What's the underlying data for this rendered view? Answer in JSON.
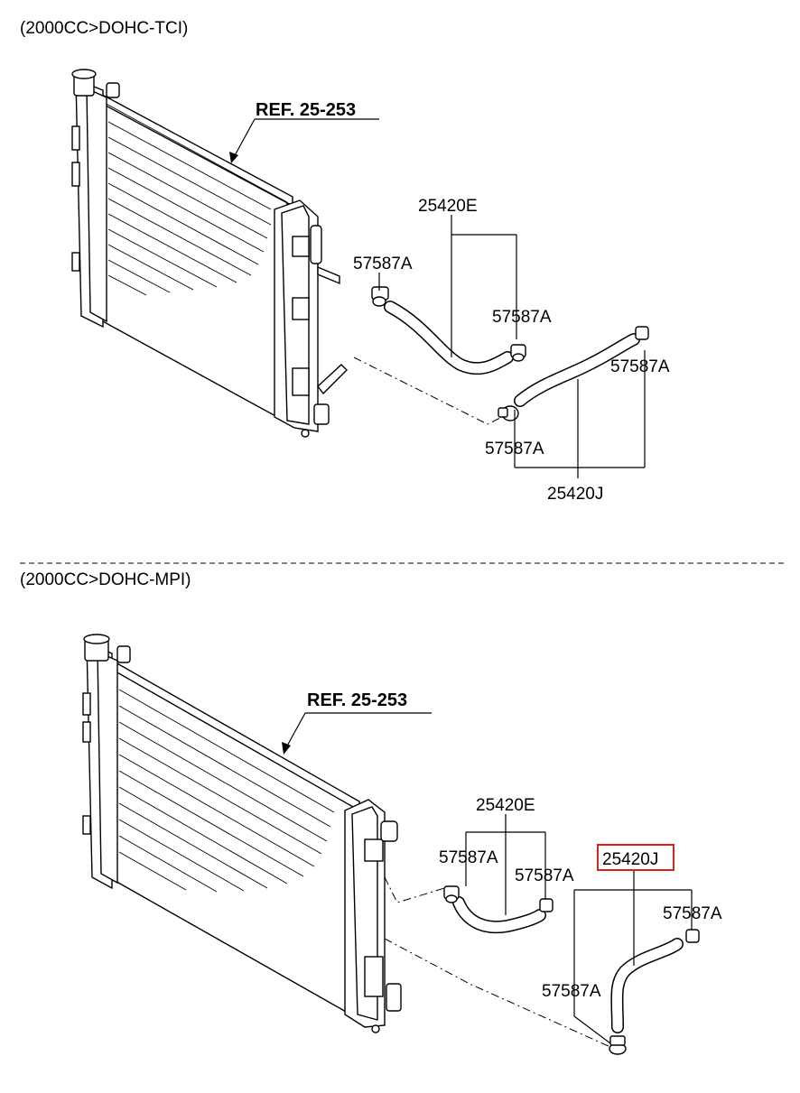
{
  "sections": [
    {
      "header": "(2000CC>DOHC-TCI)",
      "ref_label": "REF. 25-253",
      "labels": [
        {
          "text": "25420E",
          "highlight": false
        },
        {
          "text": "57587A",
          "highlight": false
        },
        {
          "text": "57587A",
          "highlight": false
        },
        {
          "text": "57587A",
          "highlight": false
        },
        {
          "text": "57587A",
          "highlight": false
        },
        {
          "text": "25420J",
          "highlight": false
        }
      ]
    },
    {
      "header": "(2000CC>DOHC-MPI)",
      "ref_label": "REF. 25-253",
      "labels": [
        {
          "text": "25420E",
          "highlight": false
        },
        {
          "text": "57587A",
          "highlight": false
        },
        {
          "text": "57587A",
          "highlight": false
        },
        {
          "text": "25420J",
          "highlight": true
        },
        {
          "text": "57587A",
          "highlight": false
        },
        {
          "text": "57587A",
          "highlight": false
        }
      ]
    }
  ],
  "colors": {
    "line": "#000000",
    "highlight_box": "#d92020",
    "background": "#ffffff"
  }
}
